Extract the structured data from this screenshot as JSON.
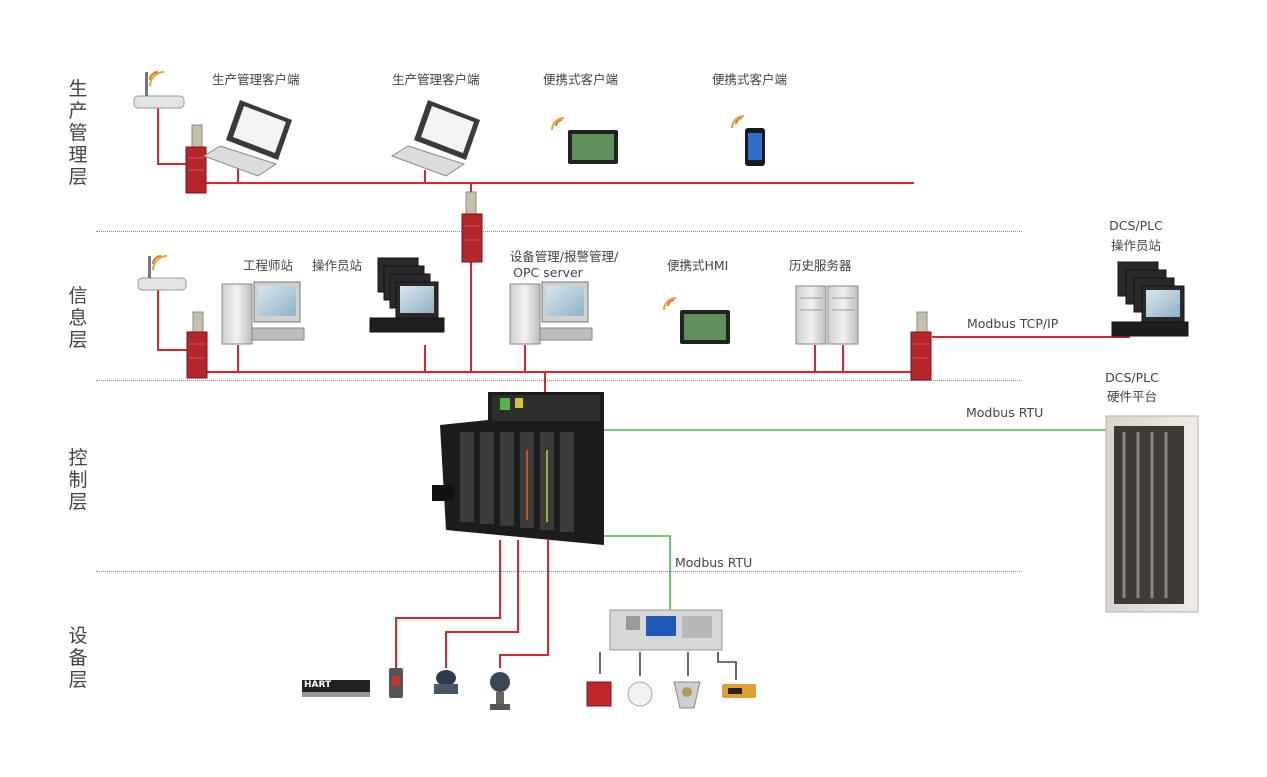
{
  "layers": {
    "management": "生\n产\n管\n理\n层",
    "information": "信\n息\n层",
    "control": "控\n制\n层",
    "device": "设\n备\n层"
  },
  "labels": {
    "prod_client_1": "生产管理客户端",
    "prod_client_2": "生产管理客户端",
    "portable_client_1": "便携式客户端",
    "portable_client_2": "便携式客户端",
    "eng_station": "工程师站",
    "op_station": "操作员站",
    "device_mgmt_1": "设备管理/报警管理/",
    "device_mgmt_2": "OPC server",
    "portable_hmi": "便携式HMI",
    "history_server": "历史服务器",
    "dcs_op_1": "DCS/PLC",
    "dcs_op_2": "操作员站",
    "dcs_hw_1": "DCS/PLC",
    "dcs_hw_2": "硬件平台",
    "modbus_tcp": "Modbus TCP/IP",
    "modbus_rtu_1": "Modbus RTU",
    "modbus_rtu_2": "Modbus RTU",
    "hart": "HART"
  },
  "colors": {
    "red_line": "#d9252b",
    "green_line": "#4cb84c",
    "firewall": "#b3262a",
    "cabinet": "#2b2b2b"
  }
}
